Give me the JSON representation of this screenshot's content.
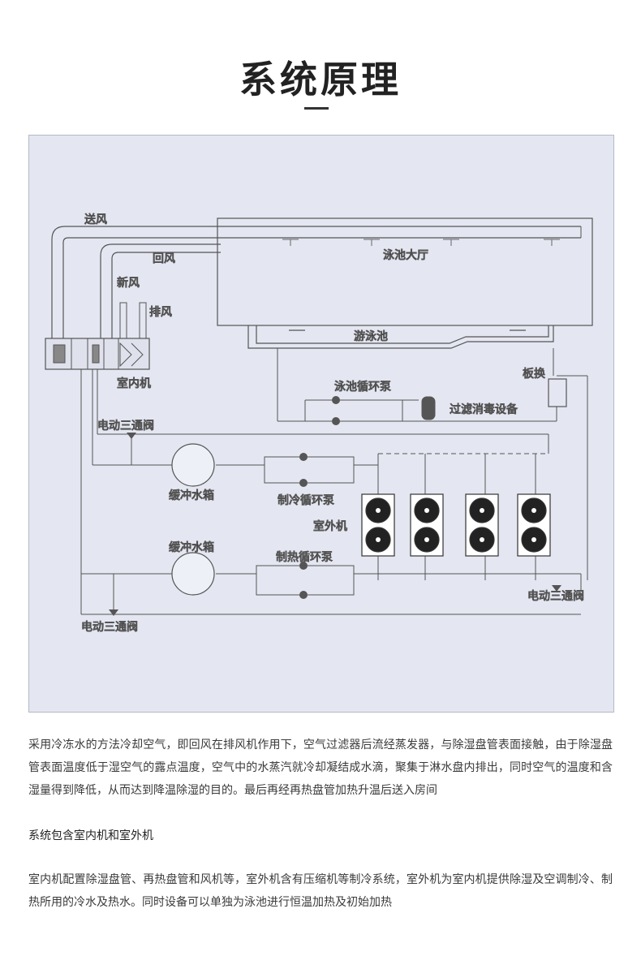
{
  "page": {
    "title": "系统原理"
  },
  "diagram": {
    "labels": {
      "supply_air": "送风",
      "return_air": "回风",
      "fresh_air": "新风",
      "exhaust_air": "排风",
      "pool_hall": "泳池大厅",
      "pool": "游泳池",
      "indoor_unit": "室内机",
      "pool_circ_pump": "泳池循环泵",
      "filter_disinfect": "过滤消毒设备",
      "plate_hx": "板换",
      "valve_top_left": "电动三通阀",
      "buffer_tank_1": "缓冲水箱",
      "cooling_pump": "制冷循环泵",
      "outdoor_unit": "室外机",
      "buffer_tank_2": "缓冲水箱",
      "heating_pump": "制热循环泵",
      "valve_bottom_right": "电动三通阀",
      "valve_bottom_left": "电动三通阀"
    }
  },
  "description": {
    "para1": "采用冷冻水的方法冷却空气，即回风在排风机作用下，空气过滤器后流经蒸发器，与除湿盘管表面接触，由于除湿盘管表面温度低于湿空气的露点温度，空气中的水蒸汽就冷却凝结成水滴，聚集于淋水盘内排出，同时空气的温度和含湿量得到降低，从而达到降温除湿的目的。最后再经再热盘管加热升温后送入房间",
    "heading": "系统包含室内机和室外机",
    "para2": "室内机配置除湿盘管、再热盘管和风机等，室外机含有压缩机等制冷系统，室外机为室内机提供除湿及空调制冷、制热所用的冷水及热水。同时设备可以单独为泳池进行恒温加热及初始加热"
  }
}
